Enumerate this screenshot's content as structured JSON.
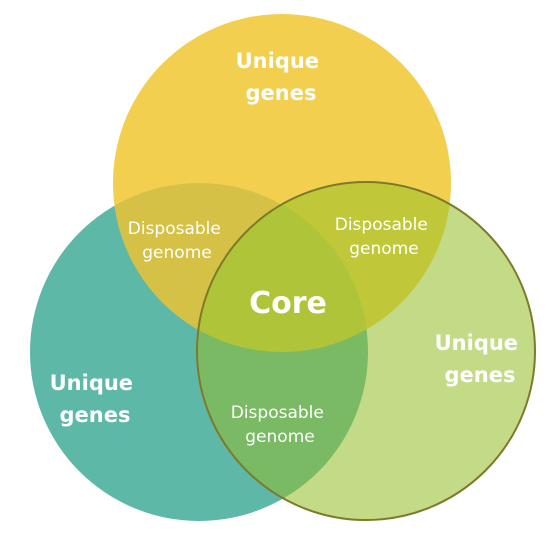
{
  "diagram": {
    "colors": {
      "top_circle": "#f2cf4e",
      "left_circle": "#5db8a8",
      "right_circle": "#c3db86",
      "right_outline": "#7d7a2a",
      "overlap_top_left": "#d6c147",
      "overlap_top_right": "#c0c83a",
      "overlap_left_right": "#7bba64",
      "overlap_all": "#b0c43a",
      "text": "#ffffff"
    },
    "regions": {
      "top_unique": {
        "line1": "Unique",
        "line2": "genes"
      },
      "left_unique": {
        "line1": "Unique",
        "line2": "genes"
      },
      "right_unique": {
        "line1": "Unique",
        "line2": "genes"
      },
      "top_left_overlap": {
        "line1": "Disposable",
        "line2": "genome"
      },
      "top_right_overlap": {
        "line1": "Disposable",
        "line2": "genome"
      },
      "bottom_overlap": {
        "line1": "Disposable",
        "line2": "genome"
      },
      "center": {
        "label": "Core"
      }
    }
  }
}
